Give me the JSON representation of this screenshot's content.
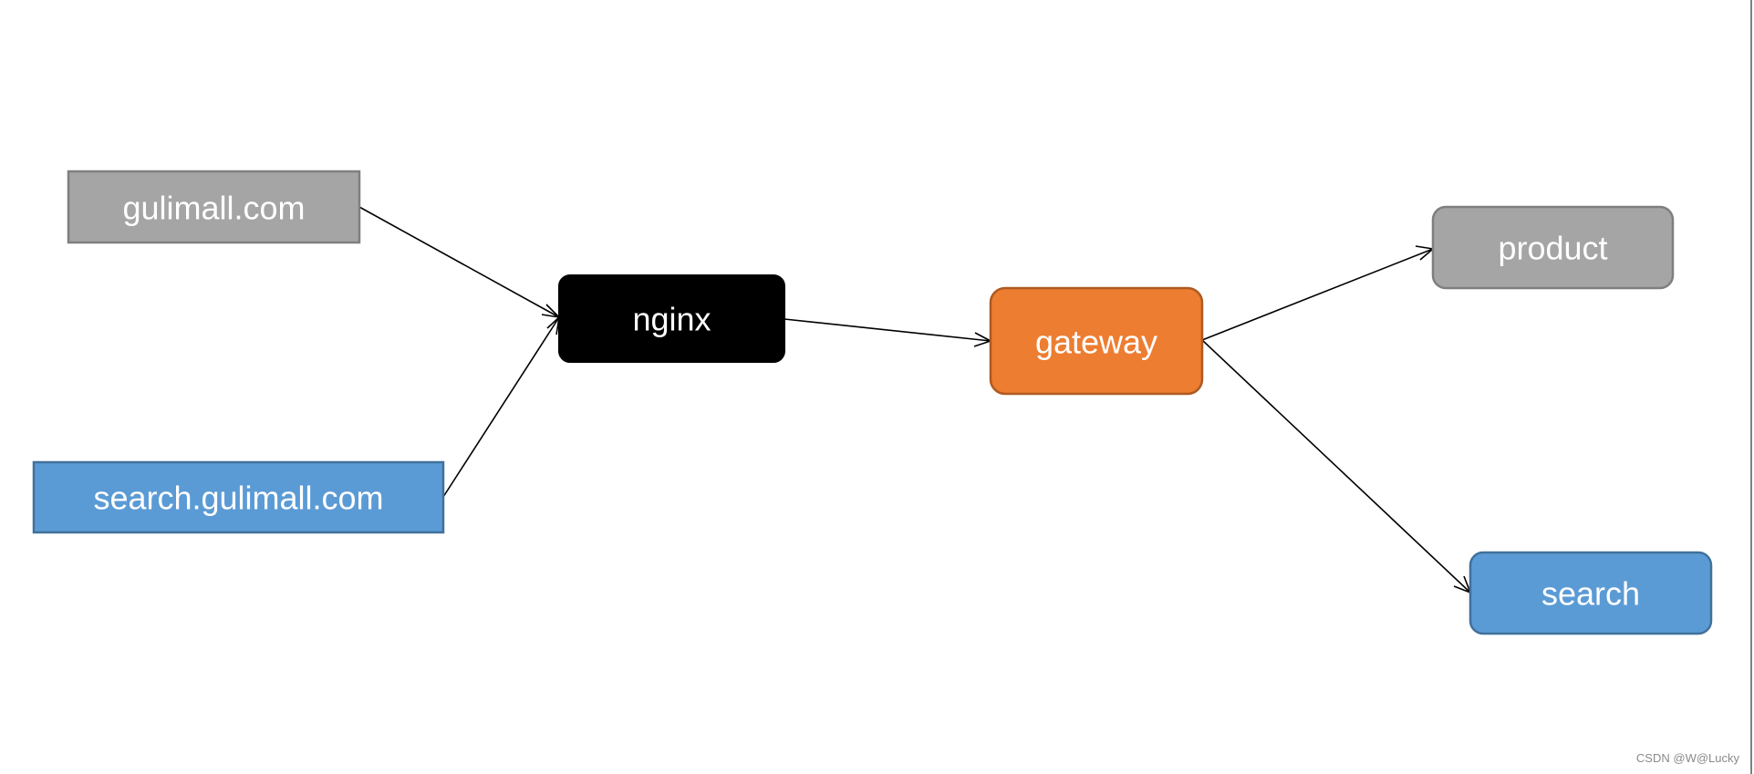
{
  "diagram": {
    "nodes": {
      "gulimall": {
        "label": "gulimall.com",
        "fill": "#a5a5a5",
        "stroke": "#7f7f7f"
      },
      "search_gulimall": {
        "label": "search.gulimall.com",
        "fill": "#5b9bd5",
        "stroke": "#41719c"
      },
      "nginx": {
        "label": "nginx",
        "fill": "#000000",
        "stroke": "#000000"
      },
      "gateway": {
        "label": "gateway",
        "fill": "#ed7d31",
        "stroke": "#ae5a21"
      },
      "product": {
        "label": "product",
        "fill": "#a5a5a5",
        "stroke": "#7f7f7f"
      },
      "search": {
        "label": "search",
        "fill": "#5b9bd5",
        "stroke": "#41719c"
      }
    },
    "edges": [
      {
        "from": "gulimall.com",
        "to": "nginx"
      },
      {
        "from": "search.gulimall.com",
        "to": "nginx"
      },
      {
        "from": "nginx",
        "to": "gateway"
      },
      {
        "from": "gateway",
        "to": "product"
      },
      {
        "from": "gateway",
        "to": "search"
      }
    ]
  },
  "watermark": "CSDN @W@Lucky"
}
